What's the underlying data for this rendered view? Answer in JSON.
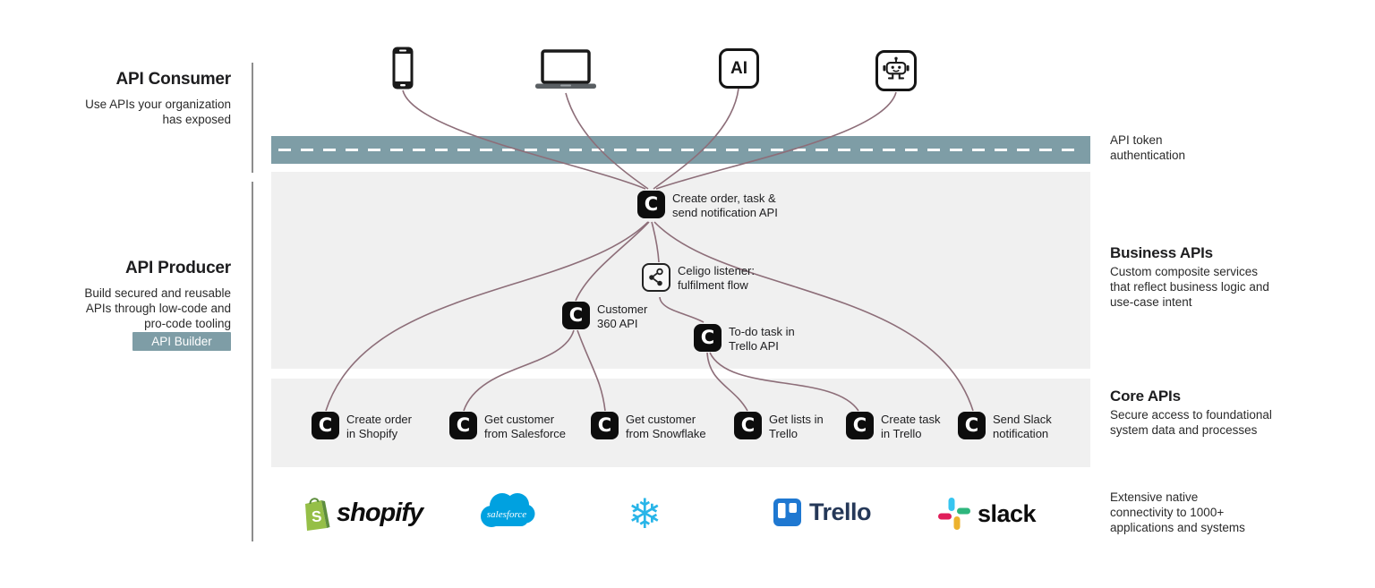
{
  "left_panel": {
    "consumer_title": "API Consumer",
    "consumer_subtitle_lines": [
      "Use APIs your organization",
      "has exposed"
    ],
    "producer_title": "API Producer",
    "producer_subtitle_lines": [
      "Build secured and reusable",
      "APIs through low-code and",
      "pro-code tooling"
    ],
    "producer_badge": "API Builder"
  },
  "consumer_devices": [
    {
      "icon": "smartphone-icon"
    },
    {
      "icon": "laptop-icon"
    },
    {
      "icon": "ai-icon",
      "label": "AI"
    },
    {
      "icon": "chatbot-icon"
    }
  ],
  "auth_bar": {
    "label_lines": [
      "API token",
      "authentication"
    ]
  },
  "business_apis": {
    "heading": "Business APIs",
    "description_lines": [
      "Custom composite services",
      "that reflect business logic and",
      "use-case intent"
    ],
    "nodes": [
      {
        "icon": "celigo-icon",
        "lines": [
          "Create order, task &",
          "send notification API"
        ]
      },
      {
        "icon": "flow-listener-icon",
        "lines": [
          "Celigo listener:",
          "fulfilment flow"
        ]
      },
      {
        "icon": "celigo-icon",
        "lines": [
          "Customer",
          "360 API"
        ]
      },
      {
        "icon": "celigo-icon",
        "lines": [
          "To-do task in",
          "Trello API"
        ]
      }
    ]
  },
  "core_apis": {
    "heading": "Core APIs",
    "description_lines": [
      "Secure access to foundational",
      "system data and processes"
    ],
    "nodes": [
      {
        "icon": "celigo-icon",
        "lines": [
          "Create order",
          "in Shopify"
        ]
      },
      {
        "icon": "celigo-icon",
        "lines": [
          "Get customer",
          "from Salesforce"
        ]
      },
      {
        "icon": "celigo-icon",
        "lines": [
          "Get customer",
          "from Snowflake"
        ]
      },
      {
        "icon": "celigo-icon",
        "lines": [
          "Get lists in",
          "Trello"
        ]
      },
      {
        "icon": "celigo-icon",
        "lines": [
          "Create task",
          "in Trello"
        ]
      },
      {
        "icon": "celigo-icon",
        "lines": [
          "Send Slack",
          "notification"
        ]
      }
    ]
  },
  "connectivity": {
    "description_lines": [
      "Extensive native",
      "connectivity to 1000+",
      "applications and systems"
    ],
    "logos": [
      {
        "icon": "shopify-logo",
        "label": "shopify"
      },
      {
        "icon": "salesforce-logo",
        "label": "salesforce"
      },
      {
        "icon": "snowflake-logo",
        "glyph": "❄"
      },
      {
        "icon": "trello-logo",
        "label": "Trello"
      },
      {
        "icon": "slack-logo",
        "label": "slack"
      }
    ]
  },
  "colors": {
    "auth_bar_teal": "#7e9da6",
    "panel_gray": "#f0f0f0",
    "connector_mauve": "#8d6e79",
    "celigo_black": "#0d0d0d",
    "shopify_green": "#95bf47",
    "shopify_green_dark": "#5e8e3e",
    "salesforce_blue": "#00a1e0",
    "snowflake_blue": "#29b5e8",
    "trello_blue": "#1f78d1",
    "trello_navy": "#253858",
    "slack_blue": "#36c5f0",
    "slack_green": "#2eb67d",
    "slack_yellow": "#ecb22e",
    "slack_red": "#e01e5a"
  }
}
